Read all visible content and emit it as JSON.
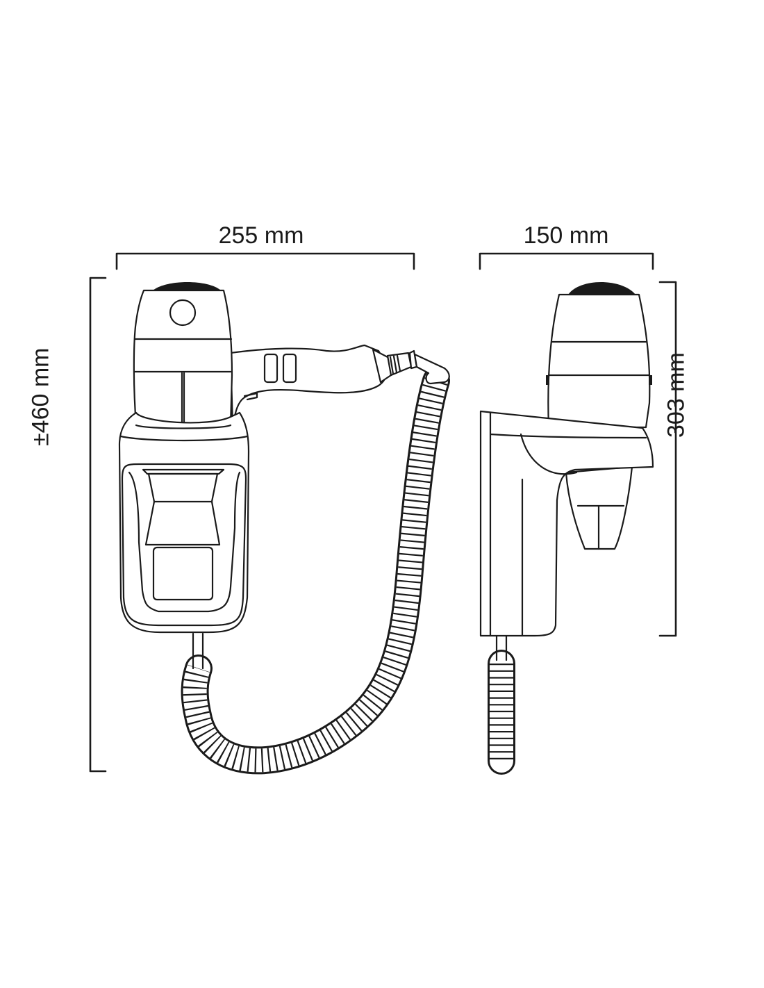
{
  "dimensions": {
    "front_width": "255 mm",
    "side_width": "150 mm",
    "total_height": "±460 mm",
    "bracket_height": "303 mm"
  },
  "colors": {
    "line": "#1a1a1a",
    "background": "#ffffff"
  }
}
